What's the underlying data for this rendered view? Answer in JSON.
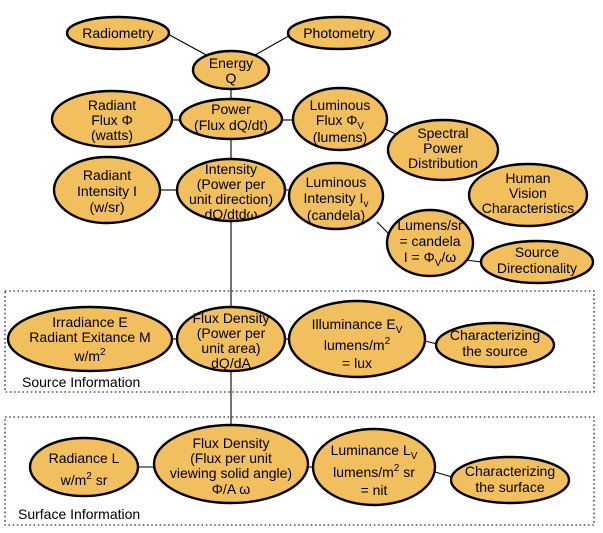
{
  "regions": {
    "source": {
      "label": "Source Information"
    },
    "surface": {
      "label": "Surface Information"
    }
  },
  "nodes": {
    "radiometry": {
      "lines": [
        "Radiometry"
      ]
    },
    "photometry": {
      "lines": [
        "Photometry"
      ]
    },
    "energy": {
      "lines": [
        "Energy",
        "Q"
      ]
    },
    "radiant_flux": {
      "lines": [
        "Radiant",
        "Flux Φ",
        "(watts)"
      ]
    },
    "power": {
      "lines": [
        "Power",
        "(Flux dQ/dt)"
      ]
    },
    "luminous_flux": {
      "line1": "Luminous",
      "line2_main": "Flux Φ",
      "line2_sub": "V",
      "line3": "(lumens)"
    },
    "spectral_power": {
      "lines": [
        "Spectral",
        "Power",
        "Distribution"
      ]
    },
    "human_vision": {
      "lines": [
        "Human",
        "Vision",
        "Characteristics"
      ]
    },
    "radiant_intensity": {
      "lines": [
        "Radiant",
        "Intensity I",
        "(w/sr)"
      ]
    },
    "intensity": {
      "lines": [
        "Intensity",
        "(Power per",
        "unit direction)",
        "dQ/dtdω"
      ]
    },
    "luminous_intensity": {
      "line1": "Luminous",
      "line2_main": "Intensity I",
      "line2_sub": "v",
      "line3": "(candela)"
    },
    "lumens_sr": {
      "line1": "Lumens/sr",
      "line2": "= candela",
      "line3_pre": "I  = Φ",
      "line3_sub": "V",
      "line3_post": "/ω"
    },
    "source_directionality": {
      "lines": [
        "Source",
        "Directionality"
      ]
    },
    "irradiance": {
      "line1": "Irradiance E",
      "line2": "Radiant Exitance M",
      "line3_main": "w/m",
      "line3_sup": "2"
    },
    "flux_density_area": {
      "lines": [
        "Flux Density",
        "(Power per",
        "unit area)",
        "dQ/dA"
      ]
    },
    "illuminance": {
      "line1_main": "Illuminance E",
      "line1_sub": "V",
      "line2_main": "lumens/m",
      "line2_sup": "2",
      "line3": "= lux"
    },
    "characterizing_source": {
      "lines": [
        "Characterizing",
        "the source"
      ]
    },
    "radiance": {
      "line1": "Radiance L",
      "line2_main": "w/m",
      "line2_sup": "2",
      "line2_post": " sr"
    },
    "flux_density_solid": {
      "lines": [
        "Flux Density",
        "(Flux per unit",
        "viewing solid angle)",
        "Φ/A ω"
      ]
    },
    "luminance": {
      "line1_main": "Luminance L",
      "line1_sub": "V",
      "line2_main": "lumens/m",
      "line2_sup": "2",
      "line2_post": " sr",
      "line3": "= nit"
    },
    "characterizing_surface": {
      "lines": [
        "Characterizing",
        "the surface"
      ]
    }
  }
}
